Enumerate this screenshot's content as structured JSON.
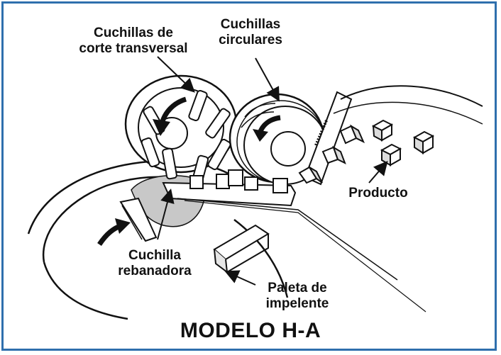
{
  "labels": {
    "cross_cut_knives": "Cuchillas de\ncorte transversal",
    "circular_knives": "Cuchillas\ncirculares",
    "product": "Producto",
    "slicing_knife": "Cuchilla\nrebanadora",
    "impeller_paddle": "Paleta de\nimpelente"
  },
  "title": "MODELO H-A",
  "colors": {
    "frame": "#2f6fad",
    "line": "#111111",
    "shade": "#c8c8c8",
    "fill": "#ffffff"
  },
  "icons": {
    "rotation_arrow": "curved-arrow",
    "product_cube": "cube"
  }
}
